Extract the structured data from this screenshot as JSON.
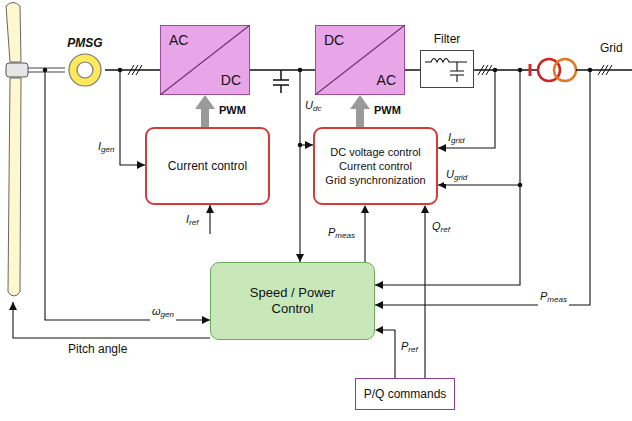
{
  "diagram": {
    "nodes": [
      {
        "text": [
          "PMSG"
        ]
      },
      {
        "text": [
          "AC",
          "DC"
        ]
      },
      {
        "text": [
          "DC",
          "AC"
        ]
      },
      {
        "text": [
          "Filter"
        ]
      },
      {
        "text": [
          "Current control"
        ]
      },
      {
        "text": [
          "DC voltage control",
          "Current control",
          "Grid synchronization"
        ]
      },
      {
        "text": [
          "Speed / Power Control"
        ]
      },
      {
        "text": [
          "P/Q commands"
        ]
      }
    ],
    "edges": [
      {
        "from": 0,
        "to": 1,
        "arrow": "none"
      },
      {
        "from": 1,
        "to": 2,
        "arrow": "none"
      },
      {
        "from": 2,
        "to": 3,
        "arrow": "none"
      },
      {
        "from": 4,
        "to": 1,
        "arrow": "to",
        "label": "PWM"
      },
      {
        "from": 5,
        "to": 2,
        "arrow": "to",
        "label": "PWM"
      },
      {
        "from": 6,
        "to": 5,
        "arrow": "to",
        "label": "Pmeas"
      },
      {
        "from": 7,
        "to": 6,
        "arrow": "to",
        "label": "Pref"
      },
      {
        "from": 7,
        "to": 5,
        "arrow": "to",
        "label": "Qref"
      }
    ],
    "labels": [
      "Igen",
      "Iref",
      "Udc",
      "Igrid",
      "Ugrid",
      "Pmeas",
      "ωgen",
      "Pitch angle",
      "Grid"
    ]
  }
}
